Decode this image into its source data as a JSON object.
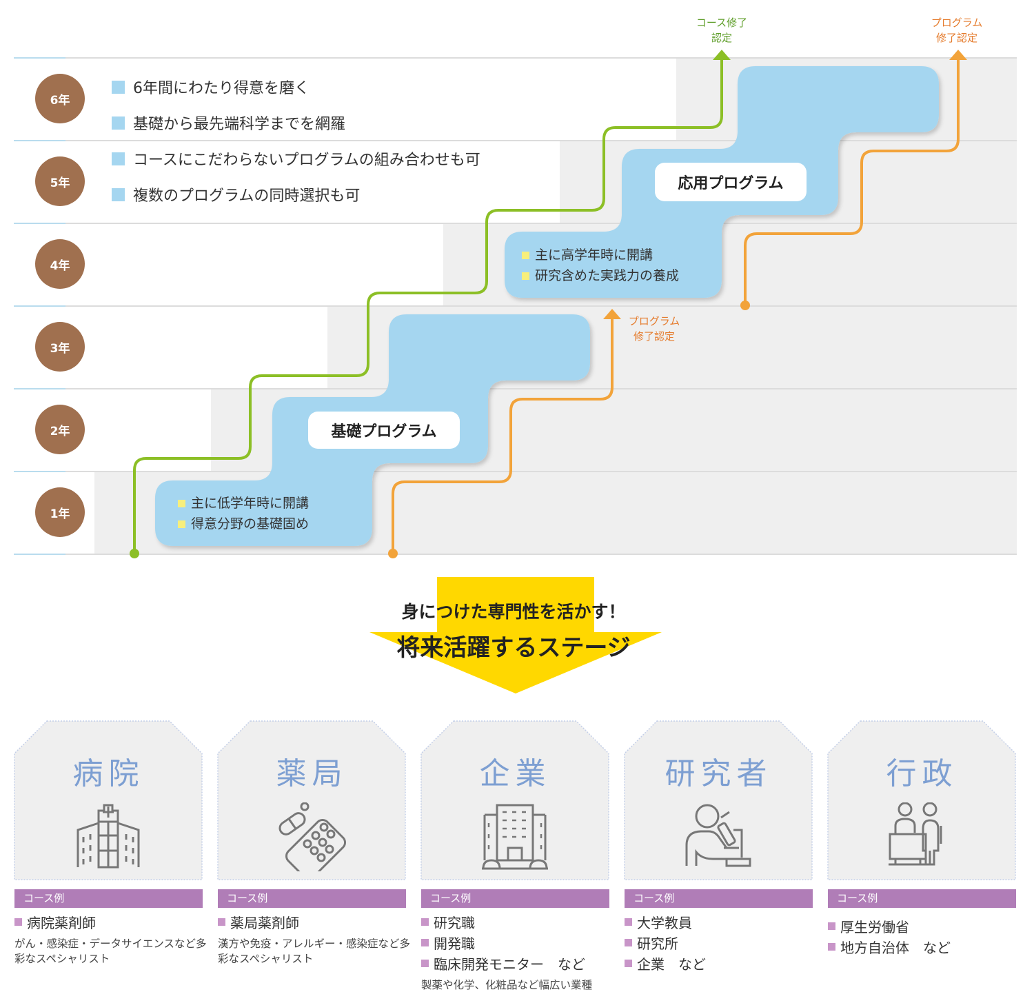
{
  "years": [
    "6年",
    "5年",
    "4年",
    "3年",
    "2年",
    "1年"
  ],
  "features": [
    "6年間にわたり得意を磨く",
    "基礎から最先端科学までを網羅",
    "コースにこだわらないプログラムの組み合わせも可",
    "複数のプログラムの同時選択も可"
  ],
  "basic_program": {
    "label": "基礎プログラム",
    "notes": [
      "主に低学年時に開講",
      "得意分野の基礎固め"
    ]
  },
  "applied_program": {
    "label": "応用プログラム",
    "notes": [
      "主に高学年時に開講",
      "研究含めた実践力の養成"
    ]
  },
  "certifications": {
    "course_completion": [
      "コース修了",
      "認定"
    ],
    "program_completion_top": [
      "プログラム",
      "修了認定"
    ],
    "program_completion_mid": [
      "プログラム",
      "修了認定"
    ]
  },
  "slogan": {
    "line1": "身につけた専門性を活かす！",
    "line2": "将来活躍するステージ"
  },
  "career_stages": [
    {
      "title": "病院",
      "icon": "hospital-icon",
      "example_label": "コース例",
      "items": [
        "病院薬剤師"
      ],
      "description": "がん・感染症・データサイエンスなど多彩なスペシャリスト"
    },
    {
      "title": "薬局",
      "icon": "pill-pack-icon",
      "example_label": "コース例",
      "items": [
        "薬局薬剤師"
      ],
      "description": "漢方や免疫・アレルギー・感染症など多彩なスペシャリスト"
    },
    {
      "title": "企業",
      "icon": "office-building-icon",
      "example_label": "コース例",
      "items": [
        "研究職",
        "開発職",
        "臨床開発モニター　など"
      ],
      "description": "製薬や化学、化粧品など幅広い業種"
    },
    {
      "title": "研究者",
      "icon": "researcher-microscope-icon",
      "example_label": "コース例",
      "items": [
        "大学教員",
        "研究所",
        "企業　など"
      ],
      "description": ""
    },
    {
      "title": "行政",
      "icon": "government-office-icon",
      "example_label": "コース例",
      "items": [
        "厚生労働省",
        "地方自治体　など"
      ],
      "description": ""
    }
  ],
  "colors": {
    "year_circle": "#a0704f",
    "program_block": "#a5d6f0",
    "course_line": "#8cbf26",
    "program_line": "#f2a33a",
    "slogan_arrow": "#ffd800",
    "example_bar": "#b07db7",
    "stage_title": "#7d9fd2"
  }
}
